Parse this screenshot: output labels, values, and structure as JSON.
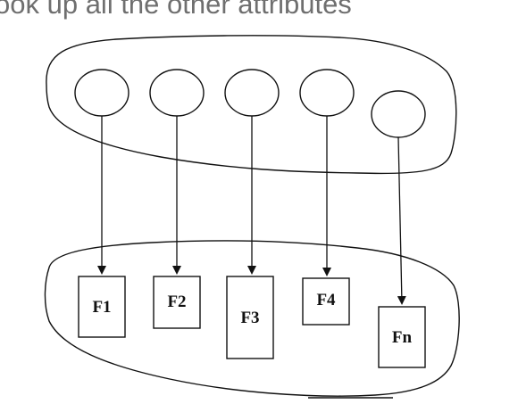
{
  "caption": "ook up all the other attributes",
  "determinant_circles": 5,
  "functions": [
    {
      "label": "F1"
    },
    {
      "label": "F2"
    },
    {
      "label": "F3"
    },
    {
      "label": "F4"
    },
    {
      "label": "Fn"
    }
  ]
}
